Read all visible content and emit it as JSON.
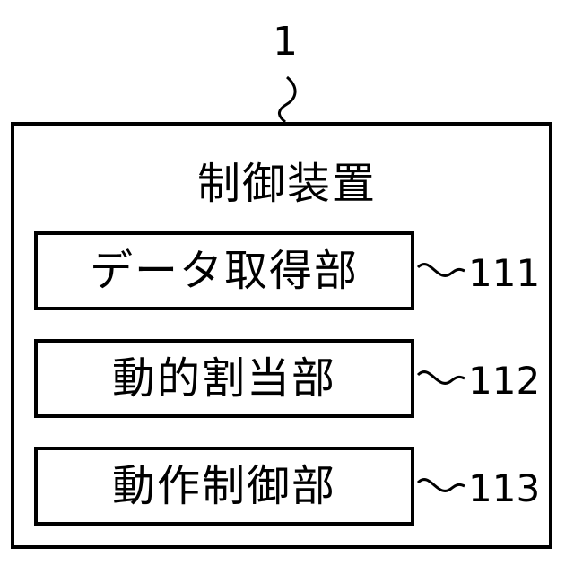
{
  "device": {
    "ref": "1",
    "title": "制御装置"
  },
  "units": [
    {
      "label": "データ取得部",
      "ref": "111"
    },
    {
      "label": "動的割当部",
      "ref": "112"
    },
    {
      "label": "動作制御部",
      "ref": "113"
    }
  ]
}
